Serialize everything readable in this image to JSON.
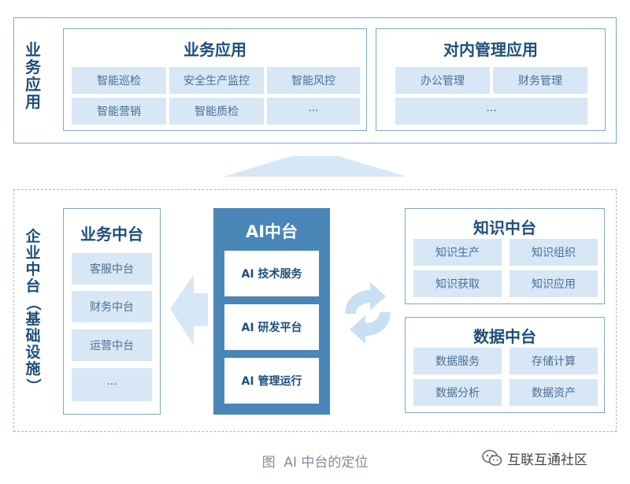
{
  "business_section": {
    "label_chars": [
      "业",
      "务",
      "应",
      "用"
    ],
    "business_apps": {
      "title": "业务应用",
      "items": [
        "智能巡检",
        "安全生产监控",
        "智能风控",
        "智能营销",
        "智能质检",
        "···"
      ]
    },
    "internal_apps": {
      "title": "对内管理应用",
      "items": [
        "办公管理",
        "财务管理",
        "···"
      ]
    }
  },
  "platform_section": {
    "label_chars": [
      "企",
      "业",
      "中",
      "台",
      "（",
      "基",
      "础",
      "设",
      "施",
      "）"
    ],
    "business_platform": {
      "title": "业务中台",
      "items": [
        "客服中台",
        "财务中台",
        "运营中台",
        "···"
      ]
    },
    "ai_platform": {
      "title": "AI中台",
      "items": [
        "AI 技术服务",
        "AI 研发平台",
        "AI 管理运行"
      ]
    },
    "knowledge_platform": {
      "title": "知识中台",
      "items": [
        "知识生产",
        "知识组织",
        "知识获取",
        "知识应用"
      ]
    },
    "data_platform": {
      "title": "数据中台",
      "items": [
        "数据服务",
        "存储计算",
        "数据分析",
        "数据资产"
      ]
    }
  },
  "caption": "图  AI 中台的定位",
  "watermark": "互联互通社区",
  "colors": {
    "dark_blue": "#1f4e79",
    "ai_box": "#4a86b8",
    "cell_fill": "#d7e7f5",
    "arrow": "#d6e8f7",
    "border": "#7fa6c8"
  }
}
